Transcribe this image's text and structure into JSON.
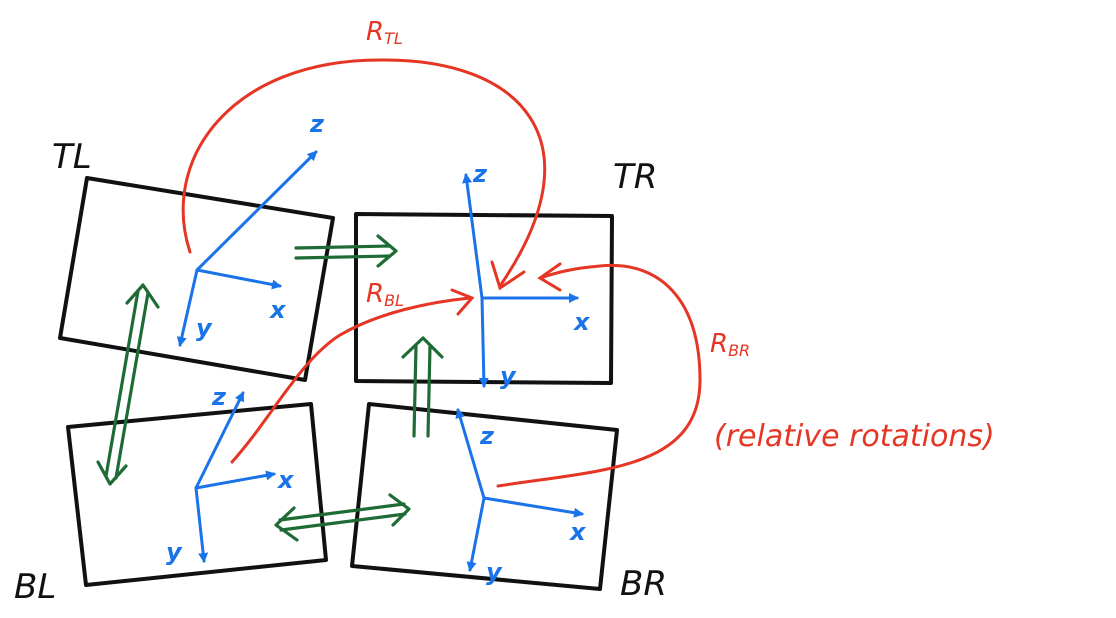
{
  "cameras": [
    {
      "id": "tl",
      "label": "TL"
    },
    {
      "id": "tr",
      "label": "TR"
    },
    {
      "id": "bl",
      "label": "BL"
    },
    {
      "id": "br",
      "label": "BR"
    }
  ],
  "axes": {
    "x": "x",
    "y": "y",
    "z": "z"
  },
  "rotations": {
    "tl": {
      "main": "R",
      "sub": "TL"
    },
    "bl": {
      "main": "R",
      "sub": "BL"
    },
    "br": {
      "main": "R",
      "sub": "BR"
    }
  },
  "note": "(relative rotations)",
  "colors": {
    "frame": "#111111",
    "axes": "#1a73e8",
    "rotations": "#e53524",
    "adjacency": "#1e6b35"
  }
}
